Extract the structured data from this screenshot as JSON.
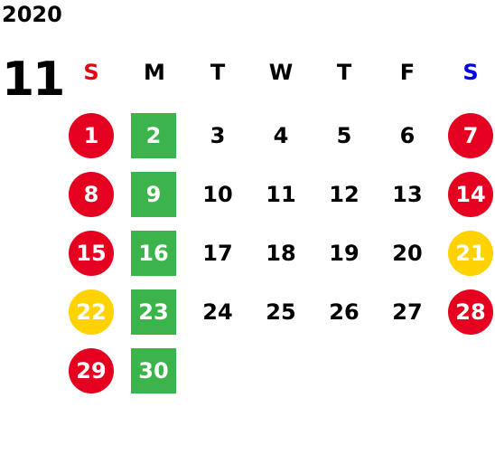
{
  "year": "2020",
  "month": "11",
  "weekdays": [
    "S",
    "M",
    "T",
    "W",
    "T",
    "F",
    "S"
  ],
  "colors": {
    "sunday_header": "#e60012",
    "saturday_header": "#0000e6",
    "red": "#e60020",
    "green": "#3cb44b",
    "yellow": "#ffd200"
  },
  "days": [
    {
      "label": "1",
      "col": 0,
      "row": 0,
      "style": "red"
    },
    {
      "label": "2",
      "col": 1,
      "row": 0,
      "style": "green"
    },
    {
      "label": "3",
      "col": 2,
      "row": 0,
      "style": "plain"
    },
    {
      "label": "4",
      "col": 3,
      "row": 0,
      "style": "plain"
    },
    {
      "label": "5",
      "col": 4,
      "row": 0,
      "style": "plain"
    },
    {
      "label": "6",
      "col": 5,
      "row": 0,
      "style": "plain"
    },
    {
      "label": "7",
      "col": 6,
      "row": 0,
      "style": "red"
    },
    {
      "label": "8",
      "col": 0,
      "row": 1,
      "style": "red"
    },
    {
      "label": "9",
      "col": 1,
      "row": 1,
      "style": "green"
    },
    {
      "label": "10",
      "col": 2,
      "row": 1,
      "style": "plain"
    },
    {
      "label": "11",
      "col": 3,
      "row": 1,
      "style": "plain"
    },
    {
      "label": "12",
      "col": 4,
      "row": 1,
      "style": "plain"
    },
    {
      "label": "13",
      "col": 5,
      "row": 1,
      "style": "plain"
    },
    {
      "label": "14",
      "col": 6,
      "row": 1,
      "style": "red"
    },
    {
      "label": "15",
      "col": 0,
      "row": 2,
      "style": "red"
    },
    {
      "label": "16",
      "col": 1,
      "row": 2,
      "style": "green"
    },
    {
      "label": "17",
      "col": 2,
      "row": 2,
      "style": "plain"
    },
    {
      "label": "18",
      "col": 3,
      "row": 2,
      "style": "plain"
    },
    {
      "label": "19",
      "col": 4,
      "row": 2,
      "style": "plain"
    },
    {
      "label": "20",
      "col": 5,
      "row": 2,
      "style": "plain"
    },
    {
      "label": "21",
      "col": 6,
      "row": 2,
      "style": "yellow"
    },
    {
      "label": "22",
      "col": 0,
      "row": 3,
      "style": "yellow"
    },
    {
      "label": "23",
      "col": 1,
      "row": 3,
      "style": "green"
    },
    {
      "label": "24",
      "col": 2,
      "row": 3,
      "style": "plain"
    },
    {
      "label": "25",
      "col": 3,
      "row": 3,
      "style": "plain"
    },
    {
      "label": "26",
      "col": 4,
      "row": 3,
      "style": "plain"
    },
    {
      "label": "27",
      "col": 5,
      "row": 3,
      "style": "plain"
    },
    {
      "label": "28",
      "col": 6,
      "row": 3,
      "style": "red"
    },
    {
      "label": "29",
      "col": 0,
      "row": 4,
      "style": "red"
    },
    {
      "label": "30",
      "col": 1,
      "row": 4,
      "style": "green"
    }
  ]
}
